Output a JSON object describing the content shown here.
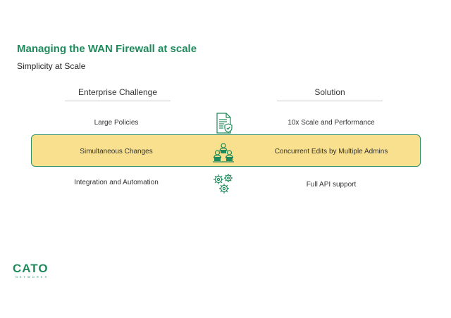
{
  "slide": {
    "title": "Managing the WAN Firewall at scale",
    "subtitle": "Simplicity at Scale"
  },
  "columns": {
    "left_header": "Enterprise Challenge",
    "right_header": "Solution"
  },
  "rows": [
    {
      "challenge": "Large Policies",
      "icon": "document-shield-icon",
      "solution": "10x Scale and Performance"
    },
    {
      "challenge": "Simultaneous Changes",
      "icon": "multiple-admins-icon",
      "solution": "Concurrent Edits by Multiple Admins",
      "highlighted": true
    },
    {
      "challenge": "Integration and Automation",
      "icon": "gears-icon",
      "solution": "Full API support"
    }
  ],
  "logo": {
    "name": "CATO",
    "tagline": "NETWORKS"
  },
  "colors": {
    "accent": "#1f8a5b",
    "highlight_fill": "#f9e08e",
    "highlight_border": "#2f8f63"
  }
}
